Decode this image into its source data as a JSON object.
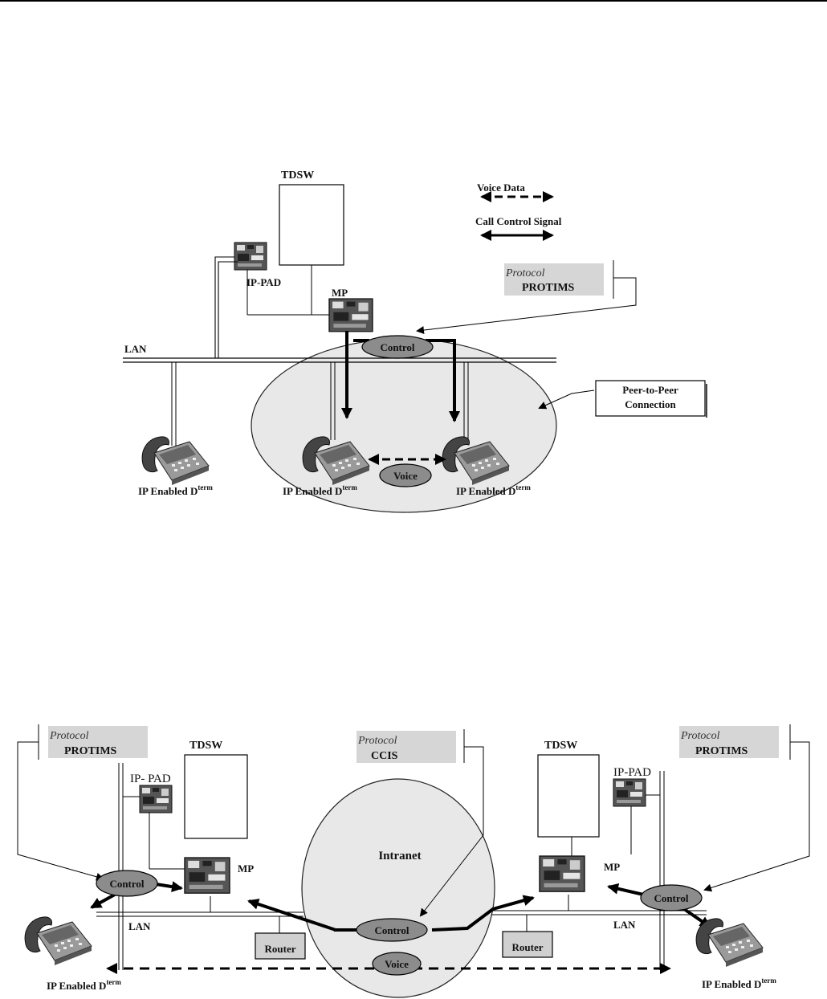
{
  "diagram1": {
    "tdsw": "TDSW",
    "ippad": "IP-PAD",
    "mp": "MP",
    "lan": "LAN",
    "control": "Control",
    "voice": "Voice",
    "legend_voice": "Voice Data",
    "legend_control": "Call Control Signal",
    "protocol_label": "Protocol",
    "protocol_name": "PROTIMS",
    "peer_line1": "Peer-to-Peer",
    "peer_line2": "Connection",
    "phone_label": "IP Enabled D",
    "phone_sup": "term"
  },
  "diagram2": {
    "left_protocol_label": "Protocol",
    "left_protocol_name": "PROTIMS",
    "center_protocol_label": "Protocol",
    "center_protocol_name": "CCIS",
    "right_protocol_label": "Protocol",
    "right_protocol_name": "PROTIMS",
    "left_tdsw": "TDSW",
    "right_tdsw": "TDSW",
    "left_ippad": "IP- PAD",
    "right_ippad": "IP-PAD",
    "left_mp": "MP",
    "right_mp": "MP",
    "intranet": "Intranet",
    "left_control": "Control",
    "center_control": "Control",
    "right_control": "Control",
    "voice": "Voice",
    "left_lan": "LAN",
    "right_lan": "LAN",
    "left_router": "Router",
    "right_router": "Router",
    "phone_label": "IP Enabled D",
    "phone_sup": "term"
  }
}
